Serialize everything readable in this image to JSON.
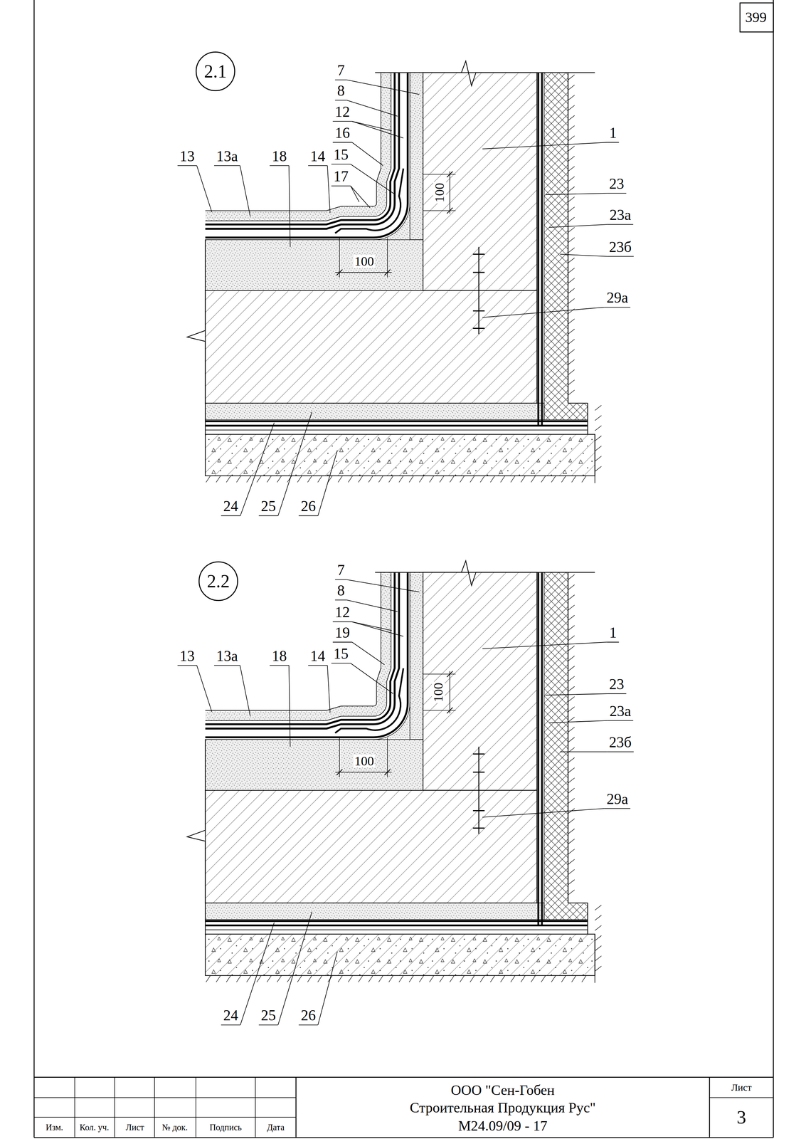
{
  "diagram": {
    "nodes": [
      {
        "text": [
          "2.1"
        ]
      },
      {
        "text": [
          "2.2"
        ]
      }
    ],
    "labels": [
      "399",
      "7",
      "8",
      "12",
      "16",
      "15",
      "17",
      "13",
      "13а",
      "18",
      "14",
      "1",
      "23",
      "23а",
      "23б",
      "29а",
      "100",
      "100",
      "24",
      "25",
      "26",
      "7",
      "8",
      "12",
      "19",
      "15",
      "13",
      "13а",
      "18",
      "14",
      "1",
      "23",
      "23а",
      "23б",
      "29а",
      "100",
      "100",
      "24",
      "25",
      "26",
      "Изм.",
      "Кол. уч.",
      "Лист",
      "№ док.",
      "Подпись",
      "Дата",
      "ООО \"Сен-Гобен",
      "Строительная Продукция Рус\"",
      "М24.09/09 - 17",
      "Лист",
      "3"
    ]
  }
}
